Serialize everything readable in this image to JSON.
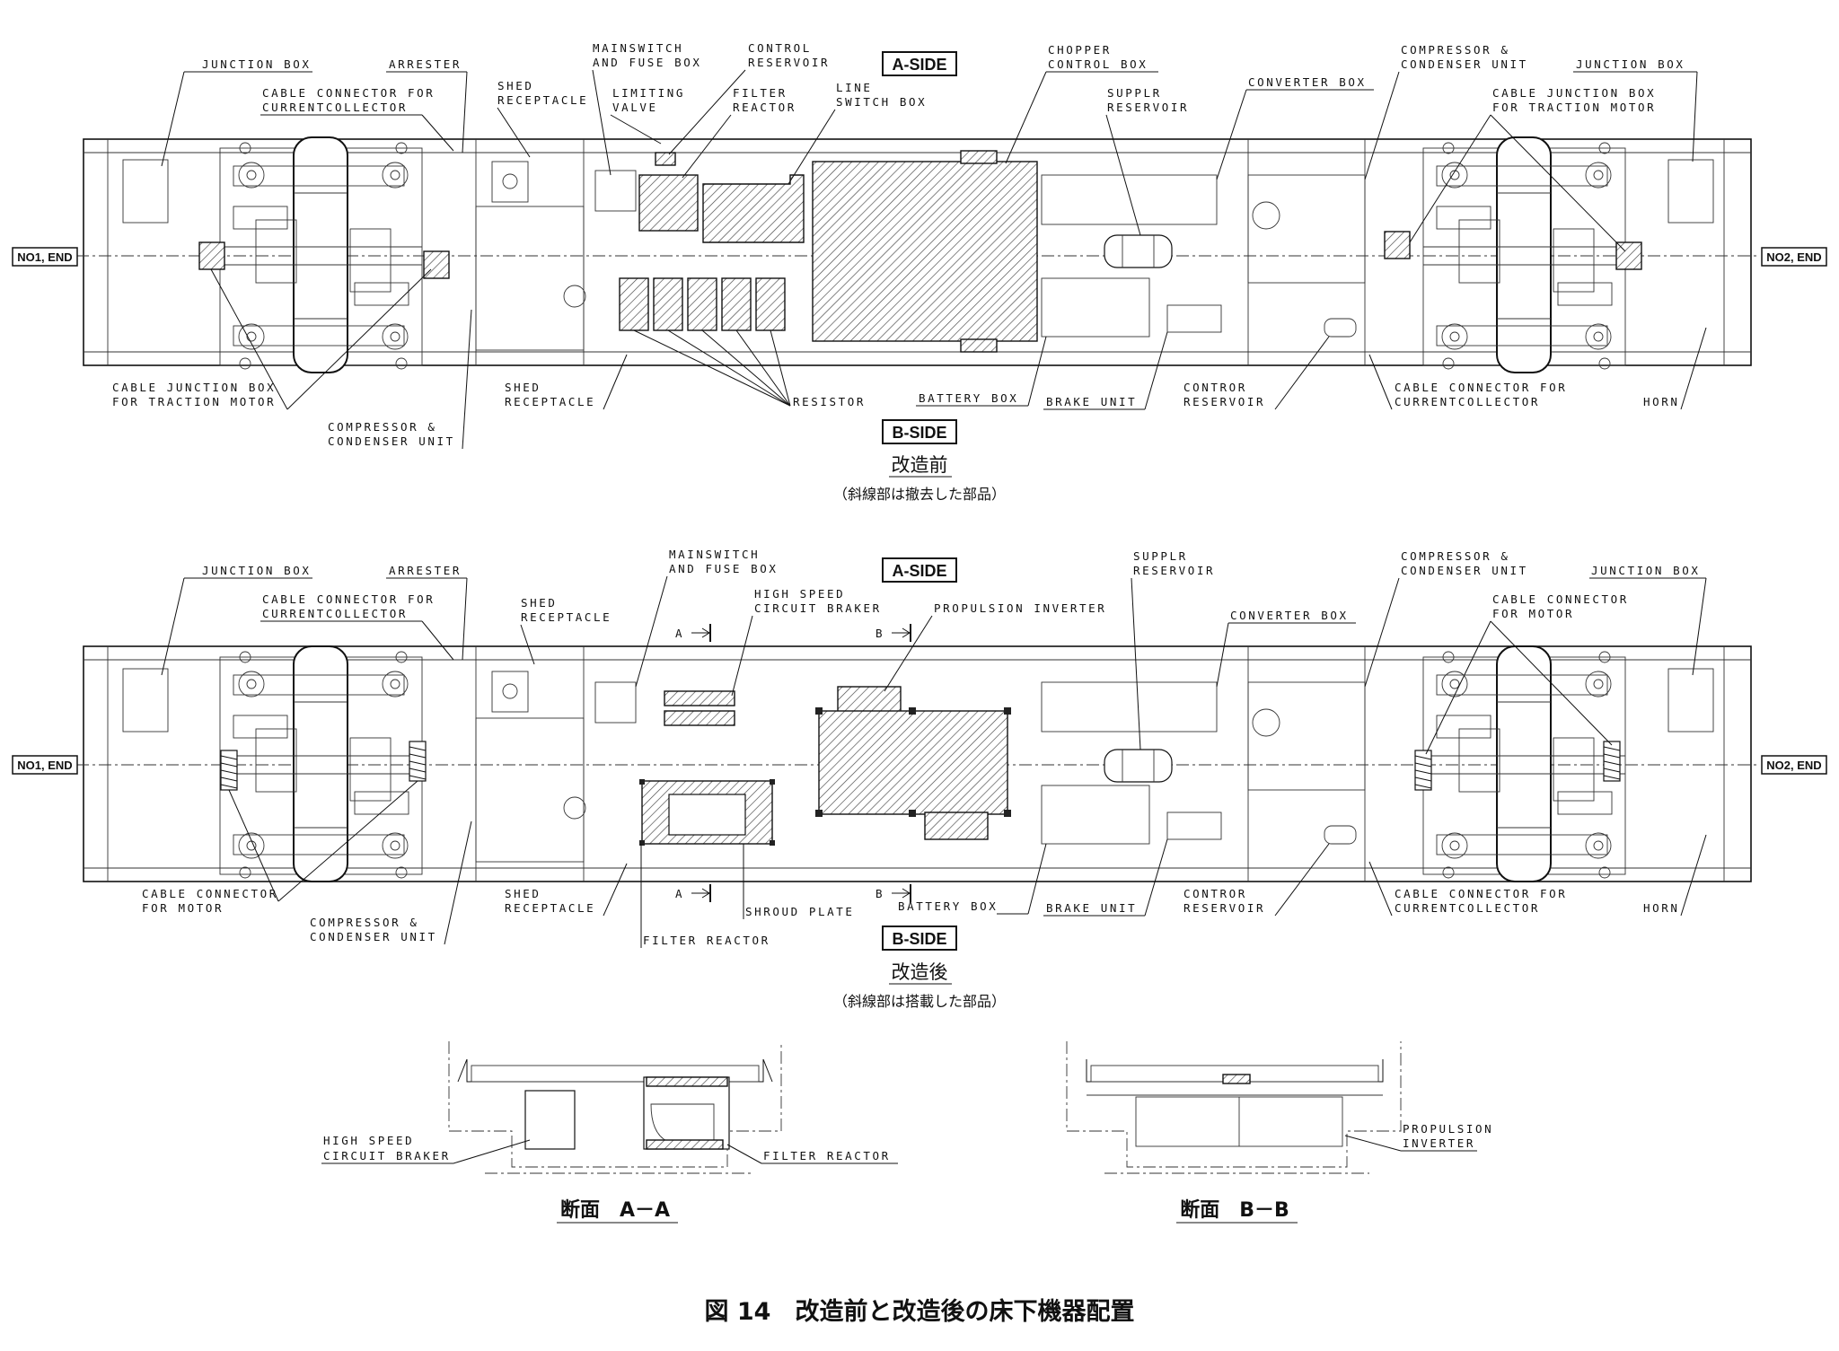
{
  "diagrams": [
    {
      "id": "before",
      "side_a": "A-SIDE",
      "side_b": "B-SIDE",
      "end_1": "NO1, END",
      "end_2": "NO2, END",
      "caption": "改造前",
      "note": "（斜線部は撤去した部品）",
      "labels": {
        "jbox_l": "JUNCTION BOX",
        "arrester": "ARRESTER",
        "ccc1": "CABLE CONNECTOR FOR",
        "ccc2": "CURRENTCOLLECTOR",
        "mainsw1": "MAINSWITCH",
        "mainsw2": "AND FUSE BOX",
        "ctrlres1": "CONTROL",
        "ctrlres2": "RESERVOIR",
        "shed_t1": "SHED",
        "shed_t2": "RECEPTACLE",
        "limit1": "LIMITING",
        "limit2": "VALVE",
        "filter1": "FILTER",
        "filter2": "REACTOR",
        "line1": "LINE",
        "line2": "SWITCH BOX",
        "chop1": "CHOPPER",
        "chop2": "CONTROL BOX",
        "supplr1": "SUPPLR",
        "supplr2": "RESERVOIR",
        "conv": "CONVERTER BOX",
        "comp_t1": "COMPRESSOR &",
        "comp_t2": "CONDENSER UNIT",
        "jbox_r": "JUNCTION BOX",
        "cjb_t1": "CABLE JUNCTION BOX",
        "cjb_t2": "FOR TRACTION MOTOR",
        "cjb_b1": "CABLE JUNCTION BOX",
        "cjb_b2": "FOR TRACTION MOTOR",
        "comp_b1": "COMPRESSOR &",
        "comp_b2": "CONDENSER UNIT",
        "shed_b1": "SHED",
        "shed_b2": "RECEPTACLE",
        "resistor": "RESISTOR",
        "battery": "BATTERY BOX",
        "brake": "BRAKE UNIT",
        "contror1": "CONTROR",
        "contror2": "RESERVOIR",
        "cccb1": "CABLE CONNECTOR FOR",
        "cccb2": "CURRENTCOLLECTOR",
        "horn": "HORN"
      }
    },
    {
      "id": "after",
      "side_a": "A-SIDE",
      "side_b": "B-SIDE",
      "end_1": "NO1, END",
      "end_2": "NO2, END",
      "caption": "改造後",
      "note": "（斜線部は搭載した部品）",
      "section_a": "A",
      "section_b": "B",
      "labels": {
        "jbox_l": "JUNCTION BOX",
        "arrester": "ARRESTER",
        "ccc1": "CABLE CONNECTOR FOR",
        "ccc2": "CURRENTCOLLECTOR",
        "mainsw1": "MAINSWITCH",
        "mainsw2": "AND FUSE BOX",
        "shed_t1": "SHED",
        "shed_t2": "RECEPTACLE",
        "hscb1": "HIGH SPEED",
        "hscb2": "CIRCUIT BRAKER",
        "prop": "PROPULSION INVERTER",
        "supplr1": "SUPPLR",
        "supplr2": "RESERVOIR",
        "conv": "CONVERTER BOX",
        "comp_t1": "COMPRESSOR &",
        "comp_t2": "CONDENSER UNIT",
        "jbox_r": "JUNCTION BOX",
        "ccm_t1": "CABLE CONNECTOR",
        "ccm_t2": "FOR MOTOR",
        "ccm_b1": "CABLE CONNECTOR",
        "ccm_b2": "FOR MOTOR",
        "comp_b1": "COMPRESSOR &",
        "comp_b2": "CONDENSER UNIT",
        "shed_b1": "SHED",
        "shed_b2": "RECEPTACLE",
        "shroud": "SHROUD PLATE",
        "filter": "FILTER REACTOR",
        "battery": "BATTERY BOX",
        "brake": "BRAKE UNIT",
        "contror1": "CONTROR",
        "contror2": "RESERVOIR",
        "cccb1": "CABLE CONNECTOR FOR",
        "cccb2": "CURRENTCOLLECTOR",
        "horn": "HORN"
      }
    }
  ],
  "sections": [
    {
      "title": "断面　A－A",
      "labels": {
        "hscb1": "HIGH SPEED",
        "hscb2": "CIRCUIT BRAKER",
        "filter": "FILTER REACTOR"
      }
    },
    {
      "title": "断面　B－B",
      "labels": {
        "prop1": "PROPULSION",
        "prop2": "INVERTER"
      }
    }
  ],
  "figure_caption": "図 14　改造前と改造後の床下機器配置"
}
